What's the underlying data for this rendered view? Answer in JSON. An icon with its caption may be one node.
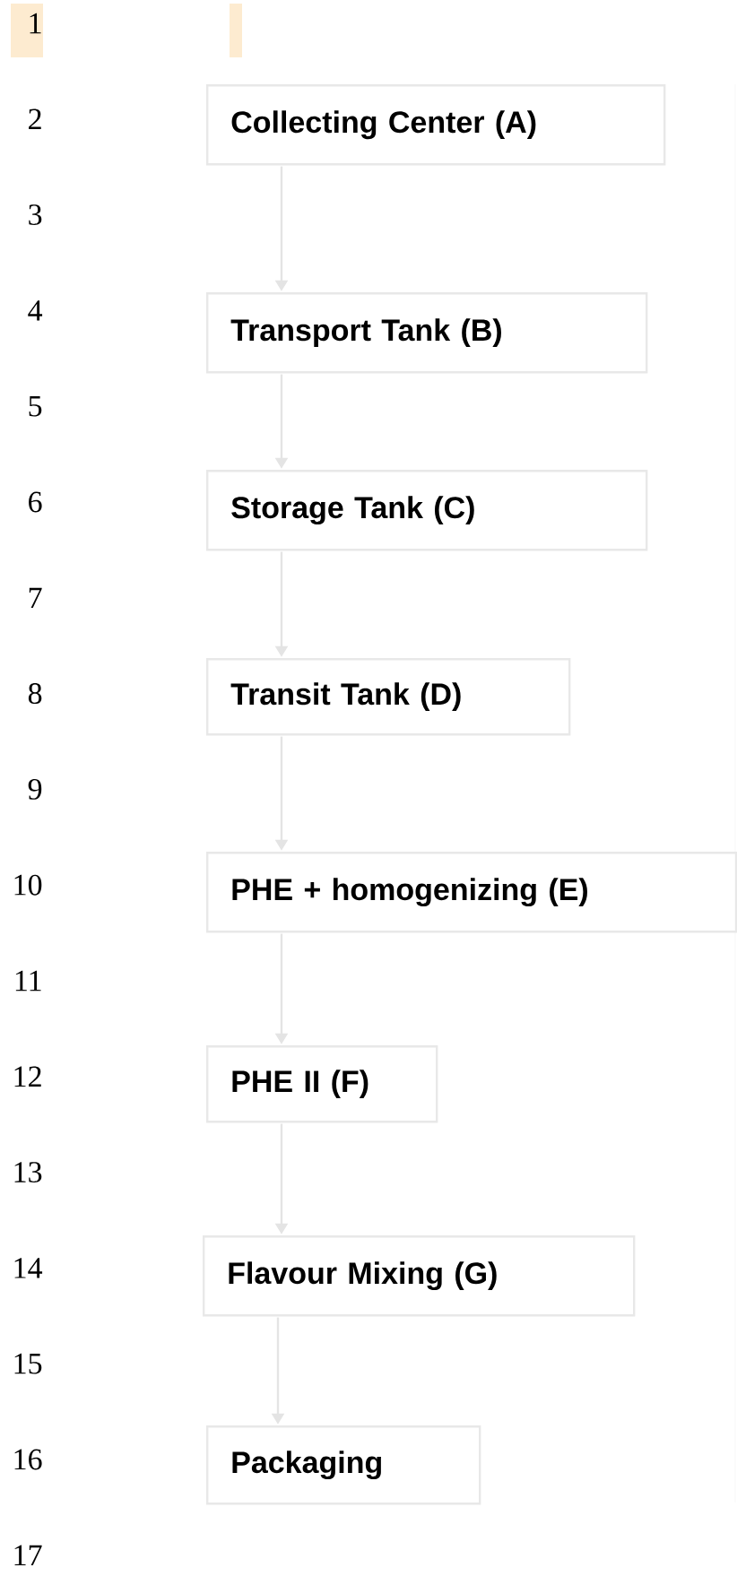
{
  "diagram": {
    "nodes": [
      {
        "text": [
          "Collecting Center (A)"
        ]
      },
      {
        "text": [
          "Transport Tank  (B)"
        ]
      },
      {
        "text": [
          "Storage Tank (C)"
        ]
      },
      {
        "text": [
          "Transit Tank (D)"
        ]
      },
      {
        "text": [
          "PHE + homogenizing (E)"
        ]
      },
      {
        "text": [
          "PHE II (F)"
        ]
      },
      {
        "text": [
          "Flavour Mixing (G)"
        ]
      },
      {
        "text": [
          "Packaging"
        ]
      }
    ],
    "edges": [
      {
        "from": 0,
        "to": 1,
        "arrow": "to"
      },
      {
        "from": 1,
        "to": 2,
        "arrow": "to"
      },
      {
        "from": 2,
        "to": 3,
        "arrow": "to"
      },
      {
        "from": 3,
        "to": 4,
        "arrow": "to"
      },
      {
        "from": 4,
        "to": 5,
        "arrow": "to"
      },
      {
        "from": 5,
        "to": 6,
        "arrow": "to"
      },
      {
        "from": 6,
        "to": 7,
        "arrow": "to"
      }
    ],
    "labels": [
      "1",
      "2",
      "3",
      "4",
      "5",
      "6",
      "7",
      "8",
      "9",
      "10",
      "11",
      "12",
      "13",
      "14",
      "15",
      "16",
      "17"
    ]
  }
}
